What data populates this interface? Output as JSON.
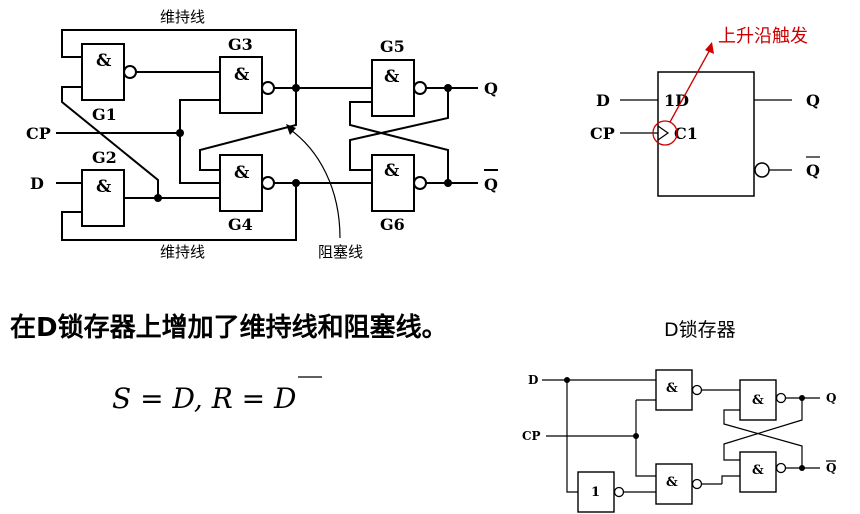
{
  "labels": {
    "hold_line_top": "维持线",
    "hold_line_bottom": "维持线",
    "block_line": "阻塞线",
    "rising_edge": "上升沿触发",
    "input_cp": "CP",
    "input_d": "D",
    "out_q": "Q",
    "out_qbar": "Q",
    "gates": {
      "g1": "G1",
      "g2": "G2",
      "g3": "G3",
      "g4": "G4",
      "g5": "G5",
      "g6": "G6"
    },
    "and_symbol": "&",
    "not_symbol": "1",
    "sym_d_in": "D",
    "sym_cp_in": "CP",
    "sym_1d": "1D",
    "sym_c1": "C1",
    "sym_q": "Q",
    "sym_qbar": "Q",
    "latch_d": "D",
    "latch_cp": "CP",
    "latch_q": "Q",
    "latch_qbar": "Q"
  },
  "text": {
    "main_caption": "在D锁存器上增加了维持线和阻塞线。",
    "latch_title": "D锁存器",
    "equation": "S = D,  R = D"
  }
}
